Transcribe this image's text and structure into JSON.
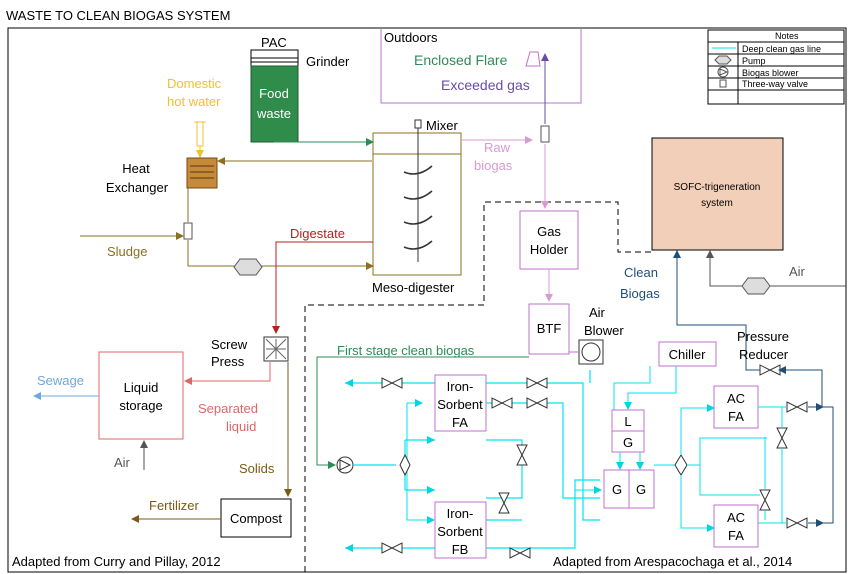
{
  "title": "WASTE TO CLEAN BIOGAS SYSTEM",
  "colors": {
    "green": "#2e8b57",
    "food_fill": "#2f8c4a",
    "orange": "#f0c030",
    "olive": "#8a7020",
    "red": "#b22222",
    "pink": "#d89ad0",
    "violet": "#c070d0",
    "purple_text": "#6a4ca8",
    "cyan": "#00e5ee",
    "navy": "#1f4e79",
    "gray": "#555555",
    "salmon": "#f0c8b0",
    "lightblue": "#6fa8dc",
    "lightred": "#e06666",
    "brown": "#7b5a14"
  },
  "labels": {
    "pac": "PAC",
    "grinder": "Grinder",
    "food_waste_1": "Food",
    "food_waste_2": "waste",
    "domestic_1": "Domestic",
    "domestic_2": "hot water",
    "outdoors": "Outdoors",
    "enclosed_flare": "Enclosed Flare",
    "exceeded_gas": "Exceeded gas",
    "mixer": "Mixer",
    "raw_1": "Raw",
    "raw_2": "biogas",
    "heat_1": "Heat",
    "heat_2": "Exchanger",
    "sludge": "Sludge",
    "digestate": "Digestate",
    "meso": "Meso-digester",
    "gas_1": "Gas",
    "gas_2": "Holder",
    "btf": "BTF",
    "air_blower_1": "Air",
    "air_blower_2": "Blower",
    "sofc_1": "SOFC-trigeneration",
    "sofc_2": "system",
    "clean_1": "Clean",
    "clean_2": "Biogas",
    "air_right": "Air",
    "pressure_1": "Pressure",
    "pressure_2": "Reducer",
    "chiller": "Chiller",
    "screw_1": "Screw",
    "screw_2": "Press",
    "first_stage": "First stage clean biogas",
    "sewage": "Sewage",
    "liquid_1": "Liquid",
    "liquid_2": "storage",
    "separated_1": "Separated",
    "separated_2": "liquid",
    "air_bottom": "Air",
    "solids": "Solids",
    "fertilizer": "Fertilizer",
    "compost": "Compost",
    "fa_1": "Iron-",
    "fa_2": "Sorbent",
    "fa_3": "FA",
    "fb_1": "Iron-",
    "fb_2": "Sorbent",
    "fb_3": "FB",
    "lg_l": "L",
    "lg_g": "G",
    "g1": "G",
    "g2": "G",
    "acfa_1": "AC",
    "acfa_2": "FA",
    "acfa2_1": "AC",
    "acfa2_2": "FA",
    "adapted_left": "Adapted from Curry and Pillay, 2012",
    "adapted_right": "Adapted from Arespacochaga et al., 2014"
  },
  "notes": {
    "title": "Notes",
    "items": [
      "Deep clean gas line",
      "Pump",
      "Biogas blower",
      "Three-way valve"
    ]
  }
}
